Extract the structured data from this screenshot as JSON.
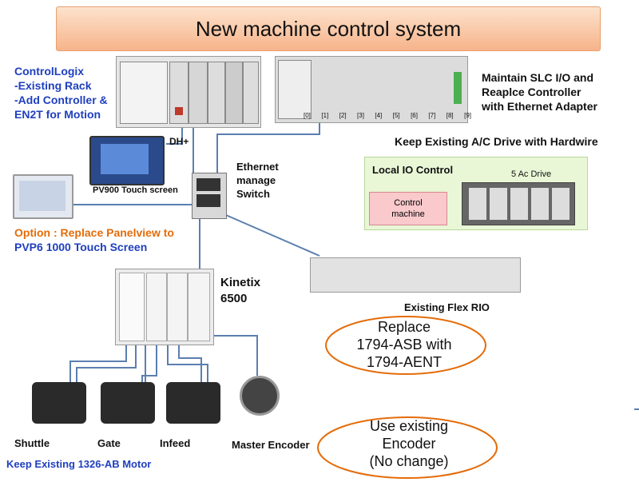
{
  "title": "New machine control system",
  "controllogix": {
    "line1": "ControlLogix",
    "line2": "-Existing Rack",
    "line3": "-Add Controller &",
    "line4": "EN2T for Motion"
  },
  "slc": {
    "line1": "Maintain SLC I/O and",
    "line2": "Reaplce Controller",
    "line3": "with Ethernet Adapter",
    "slot_labels": [
      "[0]",
      "[1]",
      "[2]",
      "[3]",
      "[4]",
      "[5]",
      "[6]",
      "[7]",
      "[8]",
      "[9]"
    ]
  },
  "dh_plus": "DH+",
  "pv900": "PV900 Touch screen",
  "ethernet_switch": {
    "line1": "Ethernet",
    "line2": "manage",
    "line3": "Switch"
  },
  "keep_ac": "Keep Existing A/C Drive with Hardwire",
  "local_io": {
    "title": "Local IO Control",
    "ac_drive": "5 Ac Drive",
    "control_machine_line1": "Control",
    "control_machine_line2": "machine"
  },
  "option": {
    "line1": "Option : Replace Panelview to",
    "line2": "PVP6 1000 Touch Screen"
  },
  "kinetix": {
    "line1": "Kinetix",
    "line2": "6500"
  },
  "flex_rio": "Existing Flex RIO",
  "callout_replace": {
    "line1": "Replace",
    "line2": "1794-ASB with",
    "line3": "1794-AENT"
  },
  "callout_encoder": {
    "line1": "Use existing",
    "line2": "Encoder",
    "line3": "(No change)"
  },
  "motors": {
    "shuttle": "Shuttle",
    "gate": "Gate",
    "infeed": "Infeed",
    "encoder": "Master Encoder"
  },
  "keep_motor": "Keep Existing 1326-AB Motor"
}
